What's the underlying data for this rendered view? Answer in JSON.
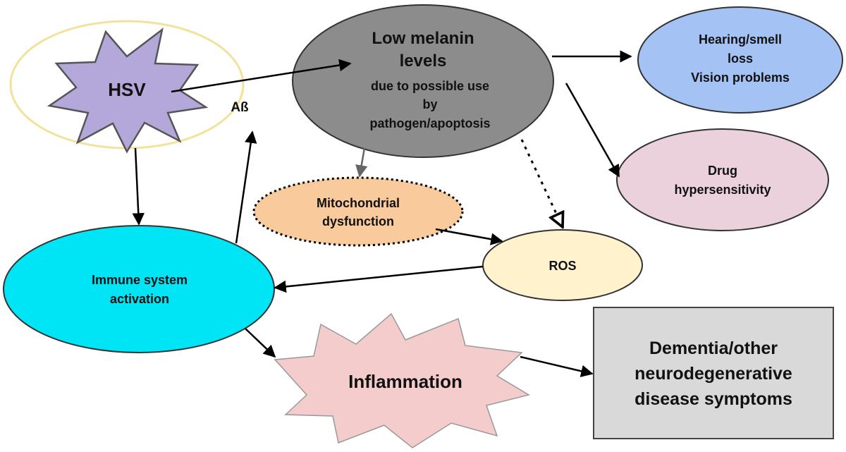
{
  "nodes": {
    "hsv": {
      "label": "HSV",
      "fill": "#b3a8d9",
      "ring": "#f2e29a"
    },
    "abeta": {
      "label": "Aß"
    },
    "low_melanin": {
      "lines": [
        "Low melanin",
        "levels",
        "due to possible use",
        "by",
        "pathogen/apoptosis"
      ],
      "fill": "#8c8c8c"
    },
    "hearing": {
      "lines": [
        "Hearing/smell",
        "loss",
        "Vision problems"
      ],
      "fill": "#a4c2f4"
    },
    "drug": {
      "lines": [
        "Drug",
        "hypersensitivity"
      ],
      "fill": "#ead1dc"
    },
    "mito": {
      "lines": [
        "Mitochondrial",
        "dysfunction"
      ],
      "fill": "#f9cb9c"
    },
    "ros": {
      "label": "ROS",
      "fill": "#fff2cc"
    },
    "immune": {
      "lines": [
        "Immune system",
        "activation"
      ],
      "fill": "#00e5f5"
    },
    "inflammation": {
      "label": "Inflammation",
      "fill": "#f4cccc"
    },
    "dementia": {
      "lines": [
        "Dementia/other",
        "neurodegenerative",
        "disease symptoms"
      ],
      "fill": "#d9d9d9"
    }
  }
}
